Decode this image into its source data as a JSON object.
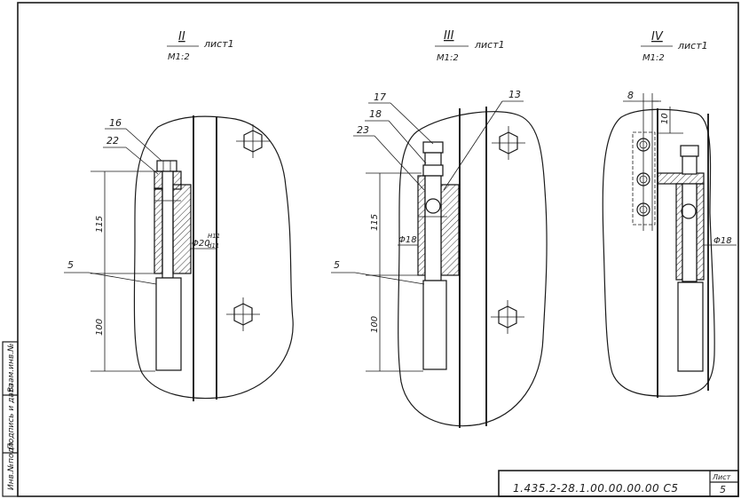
{
  "views": [
    {
      "roman": "II",
      "sheet_ref": "лист1",
      "scale": "М1:2",
      "callouts": [
        "16",
        "22",
        "5"
      ],
      "dims": [
        "115",
        "100"
      ],
      "fit": "Φ20",
      "fit_num": "H11",
      "fit_den": "d11"
    },
    {
      "roman": "III",
      "sheet_ref": "лист1",
      "scale": "М1:2",
      "callouts": [
        "17",
        "18",
        "23",
        "13",
        "5"
      ],
      "dims": [
        "115",
        "100"
      ],
      "diam": "Φ18"
    },
    {
      "roman": "IV",
      "sheet_ref": "лист1",
      "scale": "М1:2",
      "callouts": [
        "8",
        "10"
      ],
      "diam": "Φ18"
    }
  ],
  "title_block": {
    "code": "1.435.2-28.1.00.00.00.00 С5",
    "sheet_label": "Лист",
    "sheet_number": "5"
  },
  "margin_stamp": {
    "cells": [
      "Инв.№подл.",
      "Подпись и дата",
      "Взам.инв.№"
    ]
  }
}
